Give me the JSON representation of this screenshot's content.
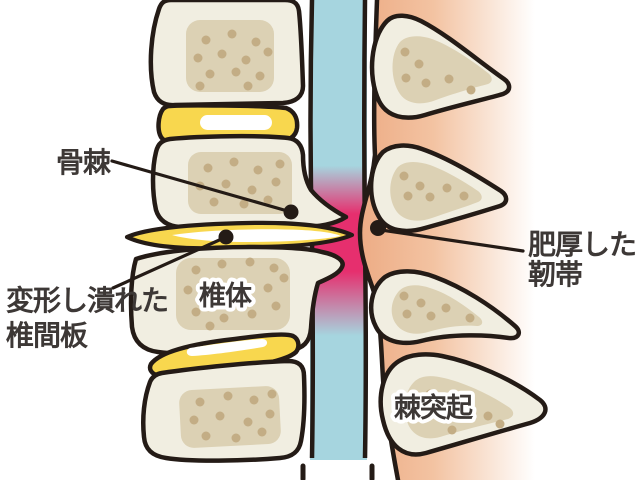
{
  "diagram": {
    "labels": {
      "bone_spur": "骨棘",
      "deformed_disc": [
        "変形し潰れた",
        "椎間板"
      ],
      "vertebral_body": "椎体",
      "thickened_ligament": [
        "肥厚した",
        "靭帯"
      ],
      "spinous_process": "棘突起"
    },
    "colors": {
      "outline": "#241b16",
      "bone_fill": "#f1eee1",
      "bone_inner": "#dcd1b4",
      "bone_dots": "#c3ad85",
      "disc_yellow": "#f8d74e",
      "disc_highlight": "#ffffff",
      "canal_blue": "#a6d5df",
      "stenosis_pink": "#e62f6e",
      "ligament_salmon": "#edac85",
      "label_text": "#3d3836"
    }
  }
}
